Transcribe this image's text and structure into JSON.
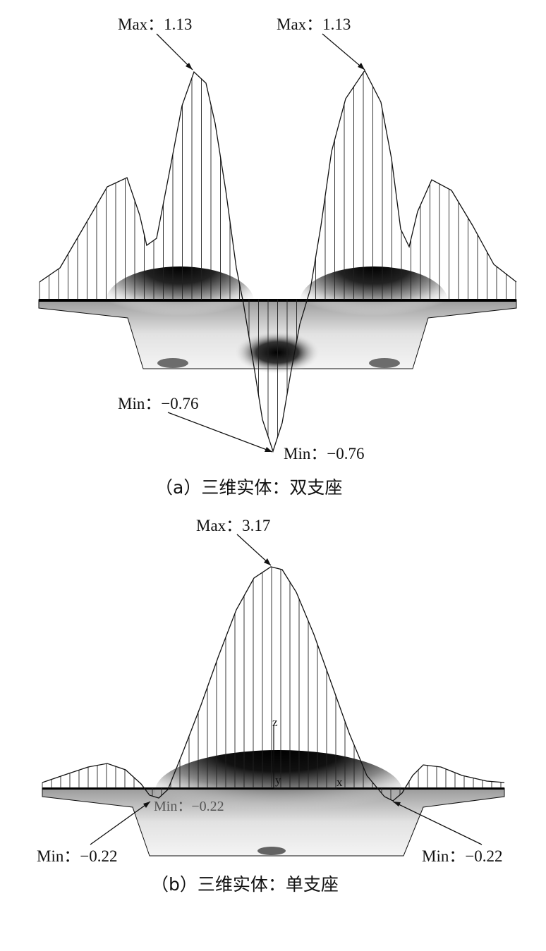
{
  "panel_a": {
    "caption": "（a）三维实体：双支座",
    "max_left": "Max：1.13",
    "max_right": "Max：1.13",
    "min_upper": "Min：−0.76",
    "min_lower": "Min：−0.76"
  },
  "panel_b": {
    "caption": "（b）三维实体：单支座",
    "max": "Max：3.17",
    "min_left": "Min：−0.22",
    "min_right": "Min：−0.22",
    "min_ghost": "Min：−0.22",
    "axis_z": "z",
    "axis_y": "y",
    "axis_x": "x"
  },
  "colors": {
    "ink": "#111111",
    "body_light": "#eeeeee",
    "body_dark": "#000000"
  }
}
